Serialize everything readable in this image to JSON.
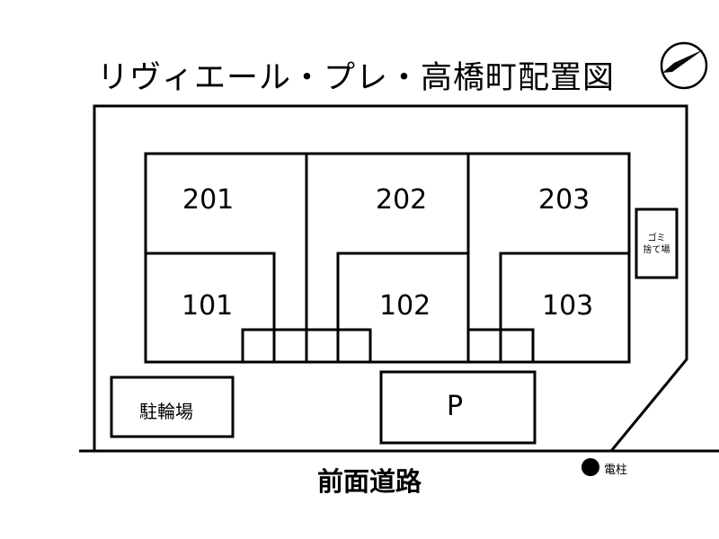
{
  "title": "リヴィエール・プレ・高橋町配置図",
  "units": {
    "r201": "201",
    "r202": "202",
    "r203": "203",
    "r101": "101",
    "r102": "102",
    "r103": "103"
  },
  "garbage": {
    "line1": "ゴミ",
    "line2": "捨て場"
  },
  "bicycle_parking": "駐輪場",
  "parking": "P",
  "road": "前面道路",
  "utility_pole": "電柱",
  "compass": "north-arrow-icon"
}
